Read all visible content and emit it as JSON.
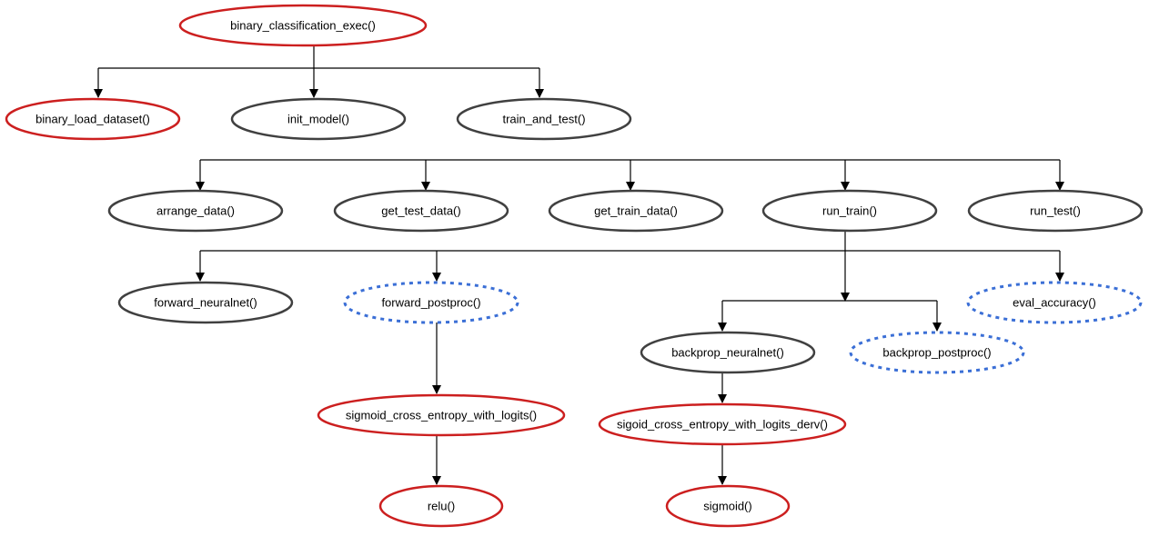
{
  "nodes": {
    "binary_classification_exec": "binary_classification_exec()",
    "binary_load_dataset": "binary_load_dataset()",
    "init_model": "init_model()",
    "train_and_test": "train_and_test()",
    "arrange_data": "arrange_data()",
    "get_test_data": "get_test_data()",
    "get_train_data": "get_train_data()",
    "run_train": "run_train()",
    "run_test": "run_test()",
    "forward_neuralnet": "forward_neuralnet()",
    "forward_postproc": "forward_postproc()",
    "eval_accuracy": "eval_accuracy()",
    "backprop_neuralnet": "backprop_neuralnet()",
    "backprop_postproc": "backprop_postproc()",
    "sigmoid_cross_entropy_with_logits": "sigmoid_cross_entropy_with_logits()",
    "sigoid_cross_entropy_with_logits_derv": "sigoid_cross_entropy_with_logits_derv()",
    "relu": "relu()",
    "sigmoid": "sigmoid()"
  },
  "colors": {
    "dark_outline": "#404040",
    "red_outline": "#cc1f1f",
    "blue_dashed_outline": "#3b6fd6",
    "connector": "#000000"
  }
}
